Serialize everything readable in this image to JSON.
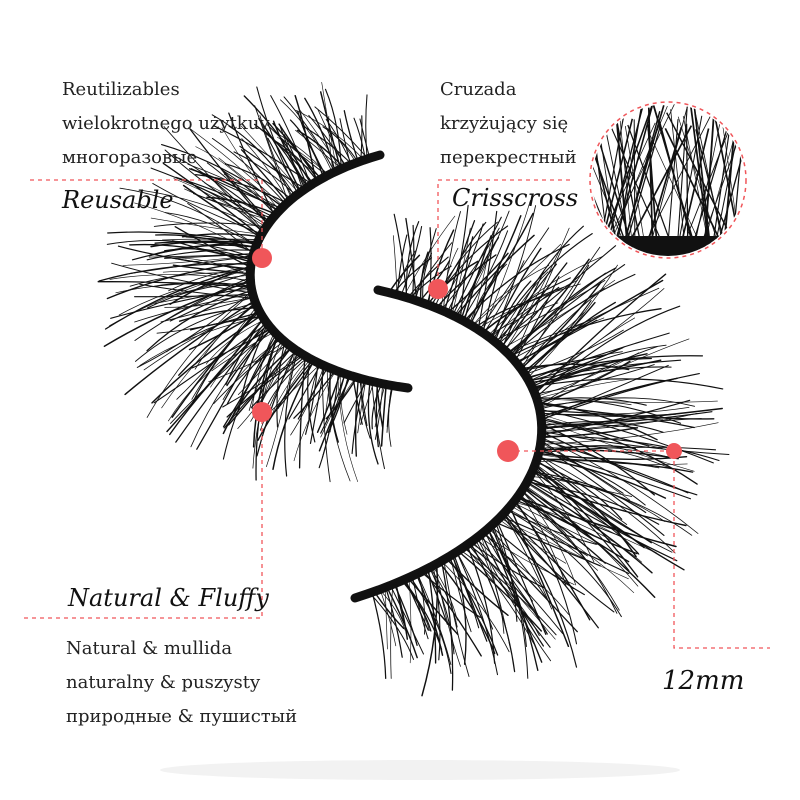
{
  "annotations": {
    "reusable": {
      "lines": [
        "Reutilizables",
        "wielokrotnego użytkuv",
        "многоразовые"
      ],
      "title": "Reusable"
    },
    "crisscross": {
      "lines": [
        "Cruzada",
        "krzyżujący się",
        "перекрестный"
      ],
      "title": "Crisscross"
    },
    "natural": {
      "title": "Natural & Fluffy",
      "lines": [
        "Natural & mullida",
        "naturalny & puszysty",
        "природные & пушистый"
      ]
    },
    "length": {
      "title": "12mm"
    }
  },
  "colors": {
    "accent": "#f0565a",
    "lash": "#111111",
    "background": "#ffffff"
  }
}
